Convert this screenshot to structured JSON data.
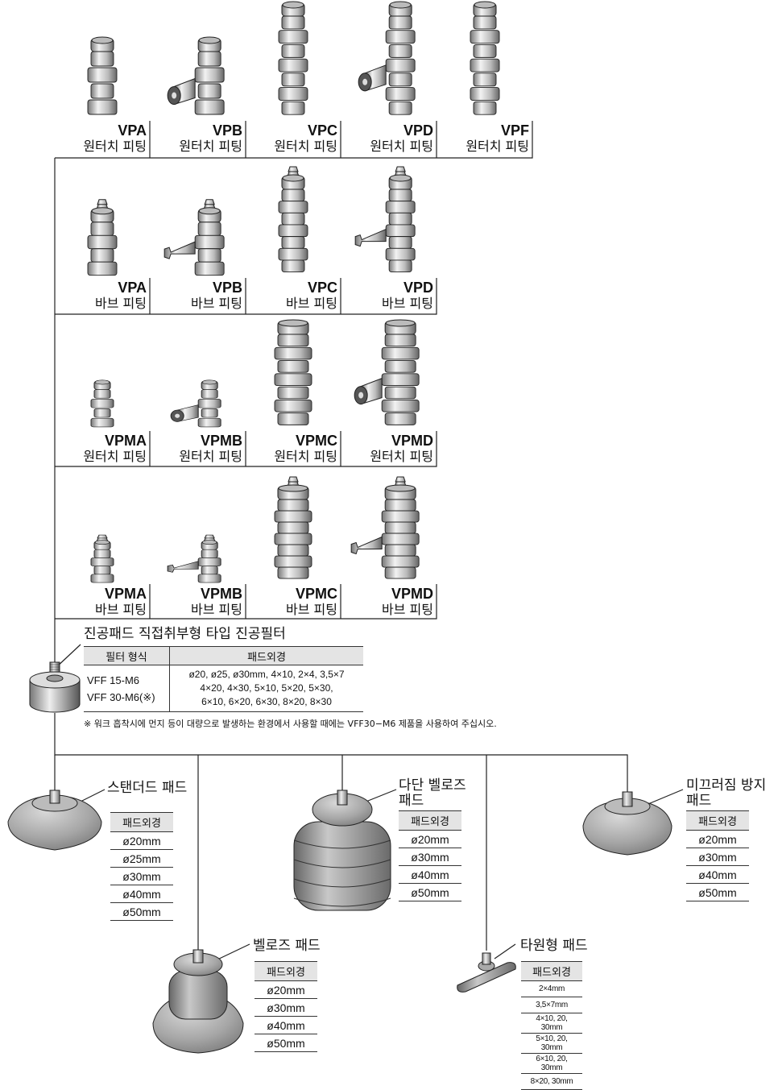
{
  "fittings": {
    "row1": [
      {
        "code": "VPA",
        "kind": "원터치 피팅",
        "type": "onetouch"
      },
      {
        "code": "VPB",
        "kind": "원터치 피팅",
        "type": "onetouch-elbow"
      },
      {
        "code": "VPC",
        "kind": "원터치 피팅",
        "type": "onetouch-tall"
      },
      {
        "code": "VPD",
        "kind": "원터치 피팅",
        "type": "onetouch-tall-elbow"
      },
      {
        "code": "VPF",
        "kind": "원터치 피팅",
        "type": "onetouch-f"
      }
    ],
    "row2": [
      {
        "code": "VPA",
        "kind": "바브 피팅",
        "type": "barb"
      },
      {
        "code": "VPB",
        "kind": "바브 피팅",
        "type": "barb-elbow"
      },
      {
        "code": "VPC",
        "kind": "바브 피팅",
        "type": "barb-tall"
      },
      {
        "code": "VPD",
        "kind": "바브 피팅",
        "type": "barb-tall-elbow"
      }
    ],
    "row3": [
      {
        "code": "VPMA",
        "kind": "원터치 피팅",
        "type": "mini-onetouch"
      },
      {
        "code": "VPMB",
        "kind": "원터치 피팅",
        "type": "mini-onetouch-elbow"
      },
      {
        "code": "VPMC",
        "kind": "원터치 피팅",
        "type": "m-onetouch-tall"
      },
      {
        "code": "VPMD",
        "kind": "원터치 피팅",
        "type": "m-onetouch-elbow"
      }
    ],
    "row4": [
      {
        "code": "VPMA",
        "kind": "바브 피팅",
        "type": "mini-barb"
      },
      {
        "code": "VPMB",
        "kind": "바브 피팅",
        "type": "mini-barb-elbow"
      },
      {
        "code": "VPMC",
        "kind": "바브 피팅",
        "type": "m-barb-tall"
      },
      {
        "code": "VPMD",
        "kind": "바브 피팅",
        "type": "m-barb-elbow"
      }
    ]
  },
  "filter": {
    "title": "진공패드 직접취부형 타입 진공필터",
    "col1": "필터 형식",
    "col2": "패드외경",
    "models": [
      "VFF 15-M6",
      "VFF 30-M6(※)"
    ],
    "sizes": [
      "ø20, ø25, ø30mm, 4×10, 2×4, 3,5×7",
      "4×20, 4×30, 5×10, 5×20, 5×30,",
      "6×10, 6×20, 6×30, 8×20, 8×30"
    ],
    "note": "※ 워크 흡착시에 먼지 등이 대량으로 발생하는 환경에서 사용할 때에는 VFF30−M6 제품을 사용하여 주십시오."
  },
  "pads": {
    "header": "패드외경",
    "standard": {
      "title": "스탠더드 패드",
      "sizes": [
        "ø20mm",
        "ø25mm",
        "ø30mm",
        "ø40mm",
        "ø50mm"
      ]
    },
    "multi_bellows": {
      "title_line1": "다단 벨로즈",
      "title_line2": "패드",
      "sizes": [
        "ø20mm",
        "ø30mm",
        "ø40mm",
        "ø50mm"
      ]
    },
    "anti_slip": {
      "title_line1": "미끄러짐 방지",
      "title_line2": "패드",
      "sizes": [
        "ø20mm",
        "ø30mm",
        "ø40mm",
        "ø50mm"
      ]
    },
    "bellows": {
      "title": "벨로즈 패드",
      "sizes": [
        "ø20mm",
        "ø30mm",
        "ø40mm",
        "ø50mm"
      ]
    },
    "oval": {
      "title": "타원형 패드",
      "sizes": [
        "2×4mm",
        "3,5×7mm",
        "4×10, 20, 30mm",
        "5×10, 20, 30mm",
        "6×10, 20, 30mm",
        "8×20, 30mm"
      ]
    }
  }
}
